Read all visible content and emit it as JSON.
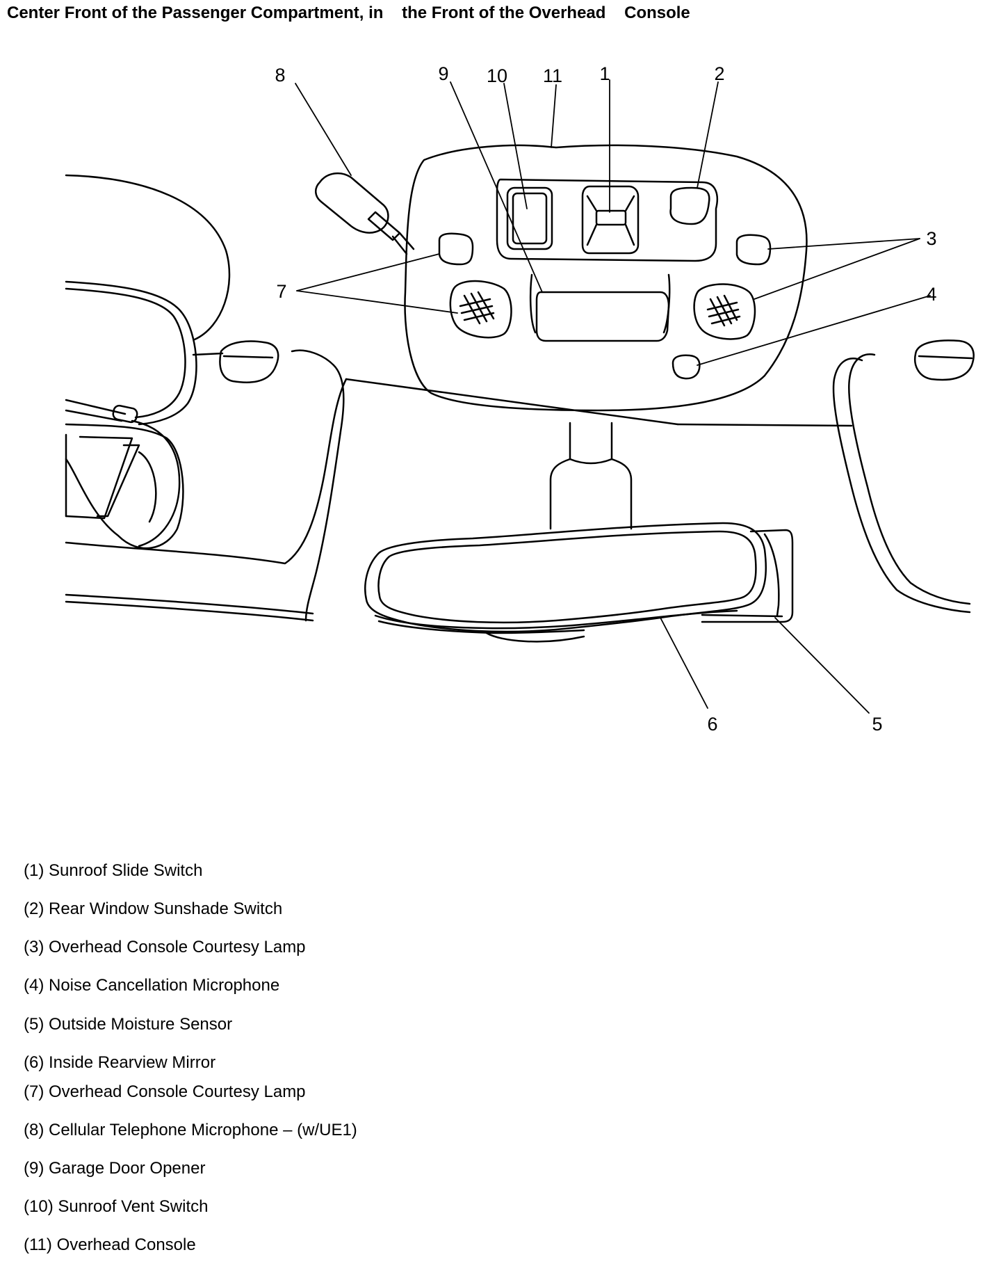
{
  "title": "Center Front of the Passenger Compartment, in    the Front of the Overhead    Console",
  "callouts": [
    "1",
    "2",
    "3",
    "4",
    "5",
    "6",
    "7",
    "8",
    "9",
    "10",
    "11"
  ],
  "legend": [
    "(1) Sunroof Slide Switch",
    "(2) Rear Window Sunshade Switch",
    "(3) Overhead Console Courtesy Lamp",
    "(4) Noise Cancellation Microphone",
    "(5) Outside Moisture Sensor",
    "(6) Inside Rearview Mirror",
    "(7) Overhead Console Courtesy Lamp",
    "(8) Cellular Telephone Microphone – (w/UE1)",
    "(9) Garage Door Opener",
    "(10) Sunroof Vent Switch",
    "(11) Overhead Console"
  ]
}
